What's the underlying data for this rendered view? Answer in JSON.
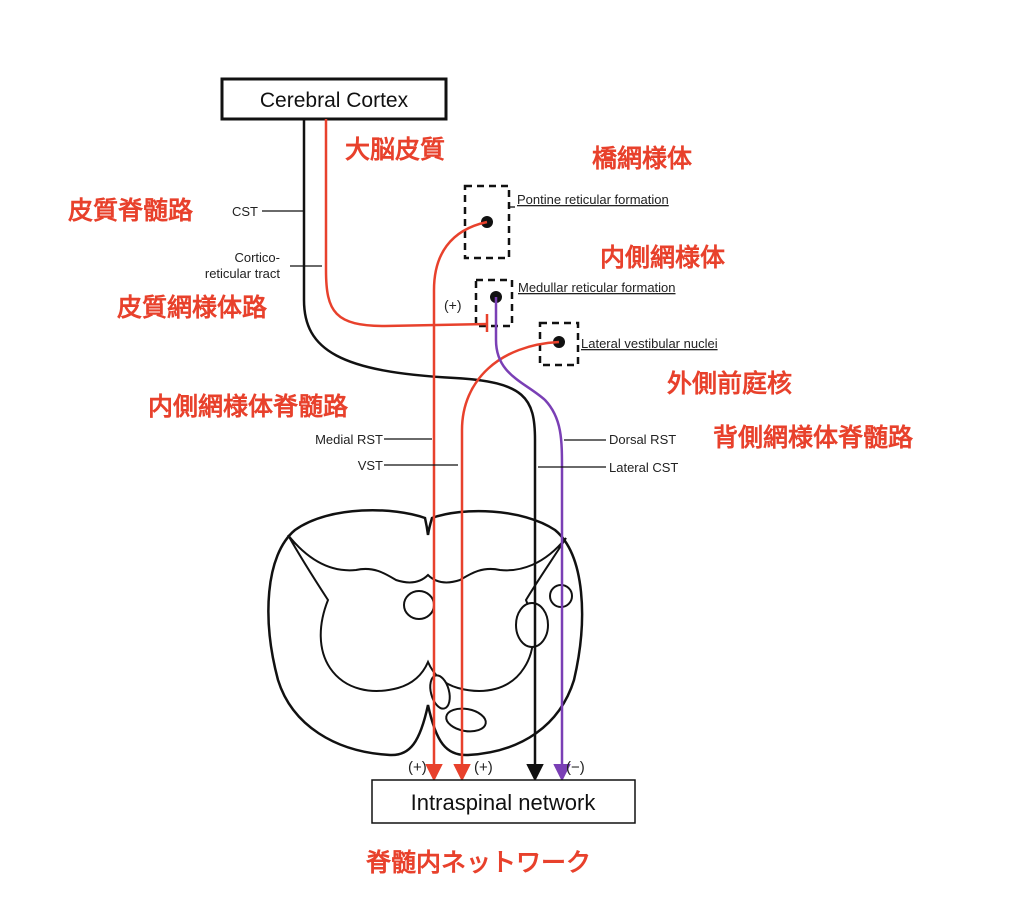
{
  "boxes": {
    "cortex": "Cerebral Cortex",
    "network": "Intraspinal network"
  },
  "labels_en": {
    "cst": "CST",
    "cortico_line1": "Cortico-",
    "cortico_line2": "reticular tract",
    "pontine": "Pontine reticular formation",
    "medullar": "Medullar reticular formation",
    "lateral_vestibular": "Lateral vestibular nuclei",
    "medial_rst": "Medial RST",
    "vst": "VST",
    "dorsal_rst": "Dorsal RST",
    "lateral_cst": "Lateral CST",
    "plus_medullar": "(+)",
    "plus_1": "(+)",
    "plus_2": "(+)",
    "minus": "(−)"
  },
  "labels_jp": {
    "cortex": "大脳皮質",
    "cst": "皮質脊髄路",
    "pontine": "橋網様体",
    "medullar": "内側網様体",
    "corticoreticular": "皮質網様体路",
    "lateral_vestibular": "外側前庭核",
    "medial_rst": "内側網様体脊髄路",
    "dorsal_rst": "背側網様体脊髄路",
    "network": "脊髄内ネットワーク"
  },
  "colors": {
    "red_pathway": "#e8412c",
    "purple_pathway": "#7a3fb5",
    "black_pathway": "#111111",
    "japanese_label": "#e8412c"
  }
}
